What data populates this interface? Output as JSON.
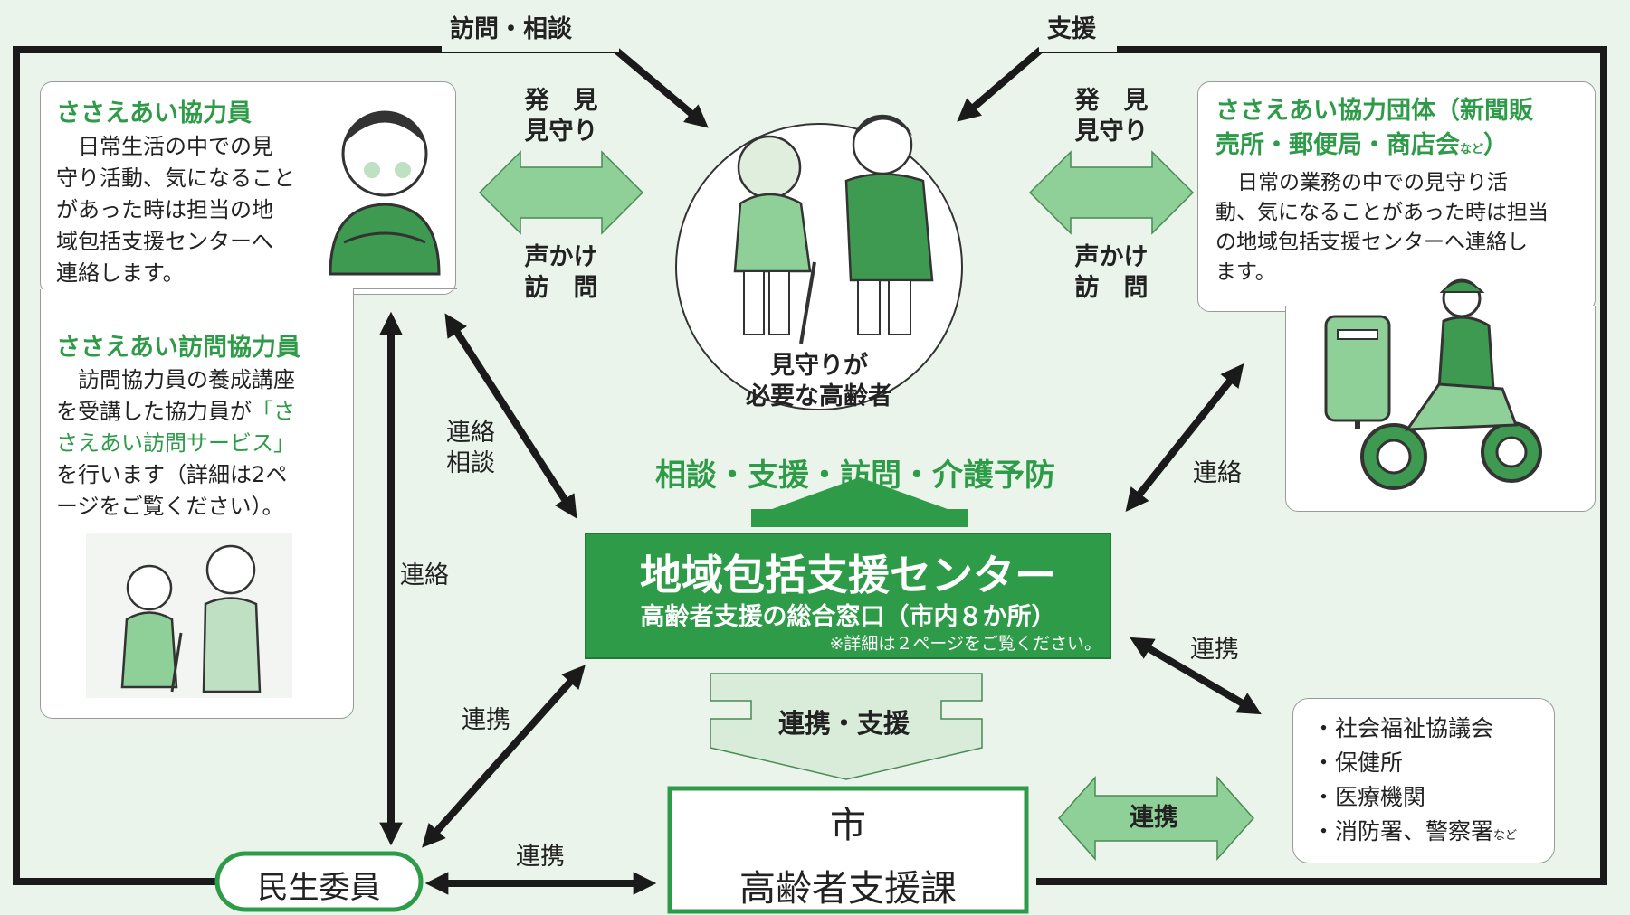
{
  "top_labels": {
    "visit_consult": "訪問・相談",
    "support": "支援"
  },
  "left_panel": {
    "title1": "ささえあい協力員",
    "text1": [
      "日常生活の中での見",
      "守り活動、気になること",
      "があった時は担当の地",
      "域包括支援センターへ",
      "連絡します。"
    ],
    "title2": "ささえあい訪問協力員",
    "text2_l1": "訪問協力員の養成講座",
    "text2_l2a": "を受講した協力員が",
    "text2_l2b": "「さ",
    "text2_l3": "さえあい訪問サービス」",
    "text2_l4": "を行います（詳細は2ペ",
    "text2_l5": "ージをご覧ください）。"
  },
  "right_panel": {
    "title": [
      "ささえあい協力団体（新聞販",
      "売所・郵便局・商店会"
    ],
    "title_small": "など",
    "title_end": "）",
    "text": [
      "日常の業務の中での見守り活",
      "動、気になることがあった時は担当",
      "の地域包括支援センターへ連絡し",
      "ます。"
    ]
  },
  "circle": {
    "caption": [
      "見守りが",
      "必要な高齢者"
    ]
  },
  "left_arrow": {
    "top": [
      "発　見",
      "見守り"
    ],
    "bottom": [
      "声かけ",
      "訪　問"
    ]
  },
  "right_arrow": {
    "top": [
      "発　見",
      "見守り"
    ],
    "bottom": [
      "声かけ",
      "訪　問"
    ]
  },
  "services_line": "相談・支援・訪問・介護予防",
  "center": {
    "title": "地域包括支援センター",
    "subtitle": "高齢者支援の総合窓口（市内８か所）",
    "note": "※詳細は２ページをご覧ください。"
  },
  "coop_support": "連携・支援",
  "city": {
    "line1": "市",
    "line2": "高齢者支援課"
  },
  "minsei": "民生委員",
  "orgs": {
    "items": [
      "・社会福祉協議会",
      "・保健所",
      "・医療機関",
      "・消防署、警察署"
    ],
    "small": "など"
  },
  "labels": {
    "renraku_soudan": [
      "連絡",
      "相談"
    ],
    "renraku_left": "連絡",
    "renkei_left": "連携",
    "renkei_bottom": "連携",
    "renraku_right": "連絡",
    "renkei_right": "連携",
    "renkei_arrow": "連携"
  },
  "colors": {
    "background": "#eaf4ea",
    "green": "#2e9b48",
    "dark_green": "#1f7a35",
    "arrow_fill": "#8fcf98",
    "line": "#1a1a1a"
  }
}
